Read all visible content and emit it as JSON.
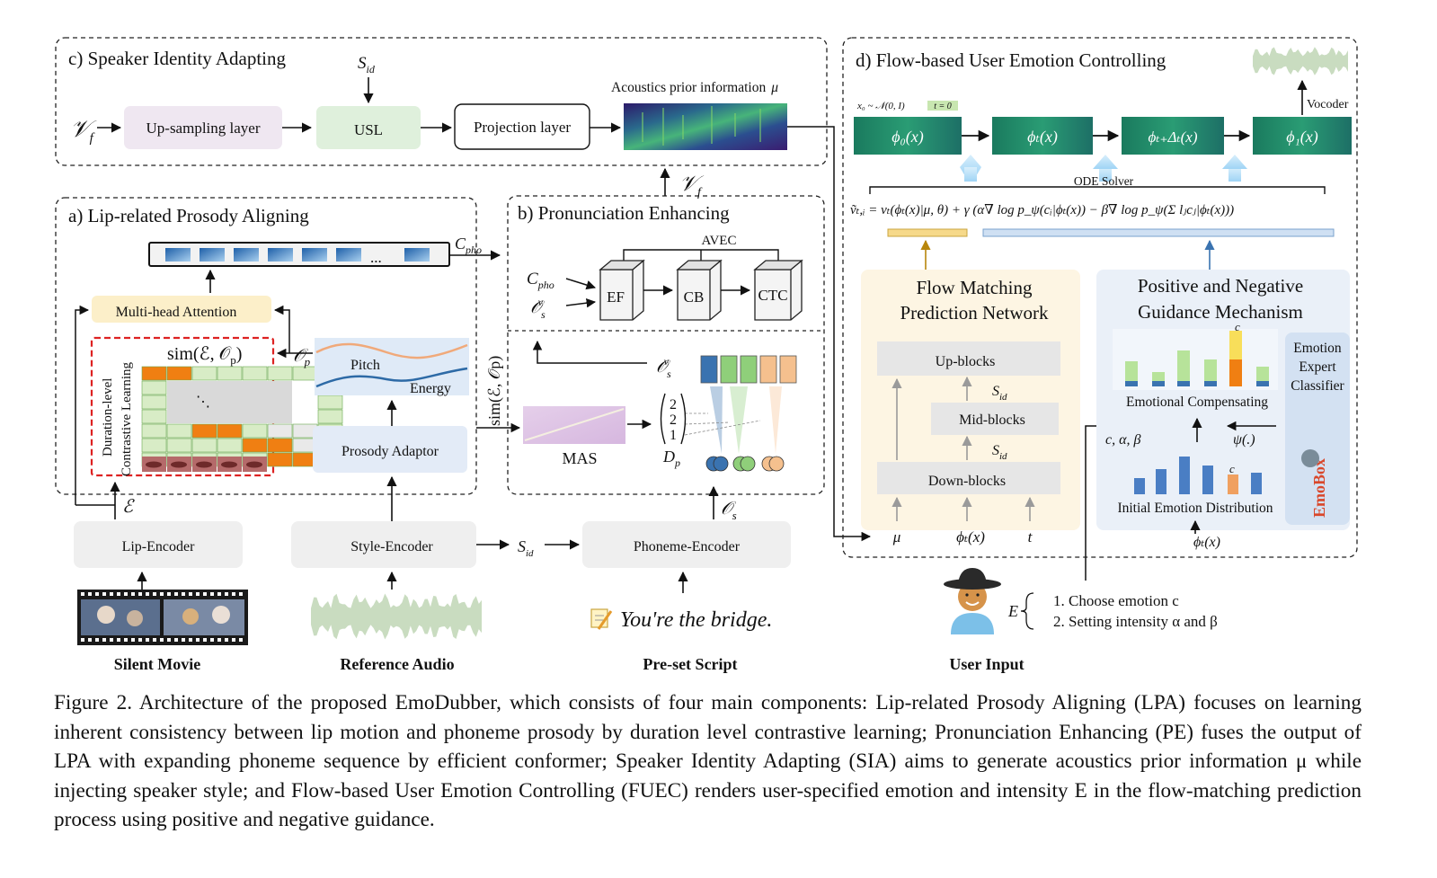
{
  "sections": {
    "c_title": "c) Speaker Identity Adapting",
    "a_title": "a) Lip-related Prosody Aligning",
    "b_title": "b) Pronunciation Enhancing",
    "d_title": "d) Flow-based User Emotion Controlling"
  },
  "sia": {
    "vf": "𝒱",
    "vf_sub": "f",
    "sid": "S",
    "sid_sub": "id",
    "upsampling": "Up-sampling layer",
    "usl": "USL",
    "projection": "Projection layer",
    "prior_label": "Acoustics prior information",
    "mu": "μ"
  },
  "lpa": {
    "cpho": "C",
    "cpho_sub": "pho",
    "mha": "Multi-head Attention",
    "sim_label": "sim(ℰ, 𝒪",
    "sim_sub": "p",
    "sim_close": ")",
    "side_label_1": "Duration-level",
    "side_label_2": "Contrastive Learning",
    "op": "𝒪",
    "op_sub": "p",
    "pitch": "Pitch",
    "energy": "Energy",
    "prosody_adaptor": "Prosody Adaptor",
    "ellipsis": "...",
    "dots": "⋱",
    "eps": "ℰ"
  },
  "pe": {
    "avec": "AVEC",
    "ef": "EF",
    "cb": "CB",
    "ctc": "CTC",
    "cpho": "C",
    "cpho_sub": "pho",
    "osv": "𝒪",
    "osv_sub": "s",
    "osv_sup": "v",
    "mas": "MAS",
    "dp": "D",
    "dp_sub": "p",
    "durations": [
      "2",
      "2",
      "1"
    ],
    "sim_vertical": "sim(ℰ, 𝒪p)",
    "vf_up": "𝒱",
    "vf_up_sub": "f"
  },
  "encoders": {
    "lip": "Lip-Encoder",
    "style": "Style-Encoder",
    "phoneme": "Phoneme-Encoder",
    "sid": "S",
    "sid_sub": "id",
    "os": "𝒪",
    "os_sub": "s"
  },
  "inputs": {
    "silent_movie": "Silent Movie",
    "reference_audio": "Reference Audio",
    "script_label": "Pre-set Script",
    "script_text": "You're the bridge.",
    "user_input": "User Input",
    "e_label": "E",
    "choice_1": "1. Choose emotion c",
    "choice_2": "2. Setting intensity α and β"
  },
  "fuec": {
    "x0_label": "x₀ ~ 𝒩(0, I)",
    "t0": "t = 0",
    "phi0": "ϕ₀(x)",
    "phit": "ϕₜ(x)",
    "phitdt": "ϕₜ₊Δₜ(x)",
    "phi1": "ϕ₁(x)",
    "vocoder": "Vocoder",
    "ode": "ODE Solver",
    "equation": "ṽₜ,ᵢ = vₜ(ϕₜ(x)|μ, θ) + γ (α∇ log p_ψ(cᵢ|ϕₜ(x)) − β∇ log p_ψ(Σ lⱼcⱼ|ϕₜ(x)))",
    "flow_title_1": "Flow Matching",
    "flow_title_2": "Prediction Network",
    "up_blocks": "Up-blocks",
    "mid_blocks": "Mid-blocks",
    "down_blocks": "Down-blocks",
    "sid": "S",
    "sid_sub": "id",
    "in_mu": "μ",
    "in_phi": "ϕₜ(x)",
    "in_t": "t",
    "guid_title_1": "Positive and Negative",
    "guid_title_2": "Guidance Mechanism",
    "emo_comp": "Emotional Compensating",
    "init_dist": "Initial Emotion Distribution",
    "c_label": "c",
    "c_alpha_beta": "c, α, β",
    "psi": "ψ(.)",
    "phi_in": "ϕₜ(x)",
    "classifier_1": "Emotion",
    "classifier_2": "Expert",
    "classifier_3": "Classifier",
    "emobox": "EmoBox"
  },
  "caption": "Figure 2. Architecture of the proposed EmoDubber, which consists of four main components: Lip-related Prosody Aligning (LPA) focuses on learning inherent consistency between lip motion and phoneme prosody by duration level contrastive learning; Pronunciation Enhancing (PE) fuses the output of LPA with expanding phoneme sequence by efficient conformer; Speaker Identity Adapting (SIA) aims to generate acoustics prior information μ while injecting speaker style; and Flow-based User Emotion Controlling (FUEC) renders user-specified emotion and intensity E in the flow-matching prediction process using positive and negative guidance.",
  "colors": {
    "upsampling": "#efe7f1",
    "usl": "#dff0dc",
    "mha": "#fcefc9",
    "prosody": "#e3ebf7",
    "encoder": "#efefef",
    "flow_panel": "#fdf5e3",
    "guid_panel": "#eaf0f8",
    "orange": "#f07f12",
    "green": "#c9e4b8",
    "red_dash": "#dd2222"
  }
}
